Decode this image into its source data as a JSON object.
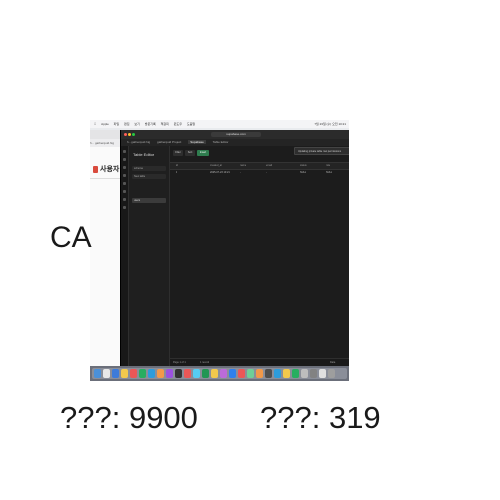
{
  "caption": {
    "left": "CA",
    "metric_a": "???: 9900",
    "metric_b": "???: 319"
  },
  "screenshot": {
    "menubar": {
      "items": [
        "Apple",
        "파일",
        "편집",
        "보기",
        "방문기록",
        "책갈피",
        "윈도우",
        "도움말"
      ],
      "clock": "7월 23일 (수) 오전 10:21"
    },
    "back_window": {
      "tab": "h... gatherquid.hig",
      "page_title": "사용자 커리"
    },
    "front_window": {
      "url": "supabase.com",
      "tabs": [
        "h...gatherquid.hig",
        "gatherquid Project",
        "Supabase",
        "Table Editor"
      ],
      "sidebar_header": "Table Editor",
      "sidebar_items": [
        "schema",
        "New table",
        "users"
      ],
      "toolbar": {
        "filter": "Filter",
        "sort": "Sort",
        "insert": "Insert"
      },
      "toast": "Updating private table row permissions",
      "columns": [
        "id",
        "created_at",
        "name",
        "email",
        "status",
        "role"
      ],
      "row": [
        "1",
        "2025-07-23 10:21",
        "-",
        "-",
        "NULL",
        "NULL"
      ],
      "status": {
        "page": "Page 1 of 1",
        "records": "1 record",
        "view": "Data"
      }
    },
    "colors": {
      "insert_button": "#2f7d4f",
      "window_dark": "#1c1c1c",
      "logo": "#d94a3d"
    }
  }
}
